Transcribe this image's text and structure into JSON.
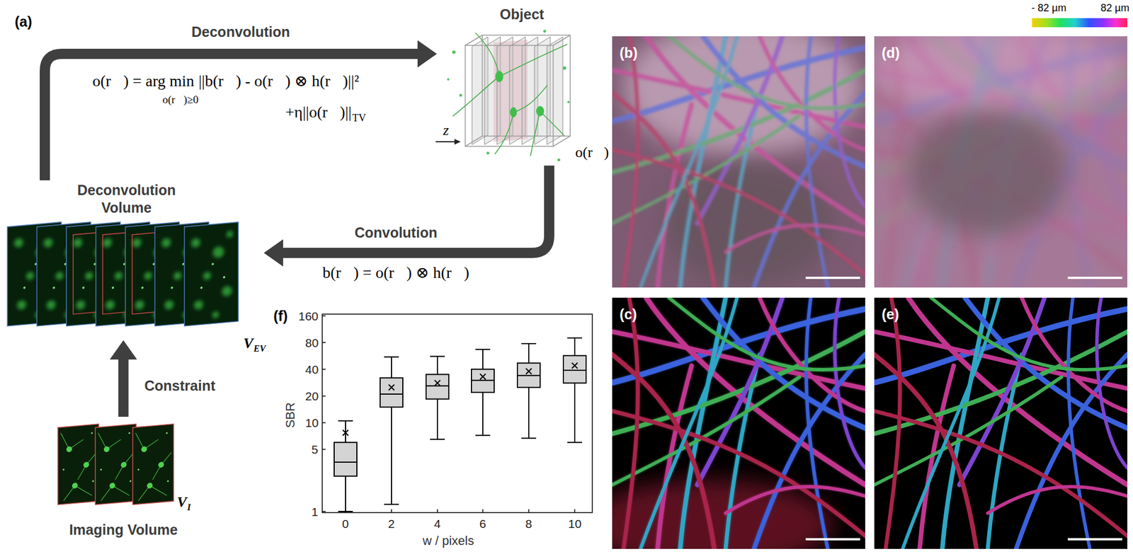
{
  "diagram": {
    "nodes": [
      {
        "text": [
          "Object"
        ]
      },
      {
        "text": [
          "Deconvolution Volume"
        ]
      },
      {
        "text": [
          "Imaging Volume"
        ]
      }
    ],
    "edges": [
      {
        "from": 1,
        "to": 0,
        "label": "Deconvolution",
        "arrow": "to"
      },
      {
        "from": 0,
        "to": 1,
        "label": "Convolution",
        "arrow": "to"
      },
      {
        "from": 2,
        "to": 1,
        "label": "Constraint",
        "arrow": "to"
      }
    ],
    "labels": [
      "(a)",
      "o(r⃗) = arg min",
      "o(r⃗)≥0",
      "||b(r⃗) - o(r⃗) ⊗ h(r⃗)||²",
      "+η||o(r⃗)||",
      "TV",
      "z",
      "o(r⃗)",
      "b(r⃗) = o(r⃗) ⊗ h(r⃗)",
      "V",
      "EV",
      "V",
      "I",
      "- 82 µm",
      "82 µm",
      "(b)",
      "(d)",
      "(c)",
      "(e)",
      "(f)",
      "160",
      "80",
      "40",
      "20",
      "10",
      "5",
      "1",
      "0",
      "2",
      "4",
      "6",
      "8",
      "10",
      "SBR",
      "w / pixels"
    ]
  }
}
